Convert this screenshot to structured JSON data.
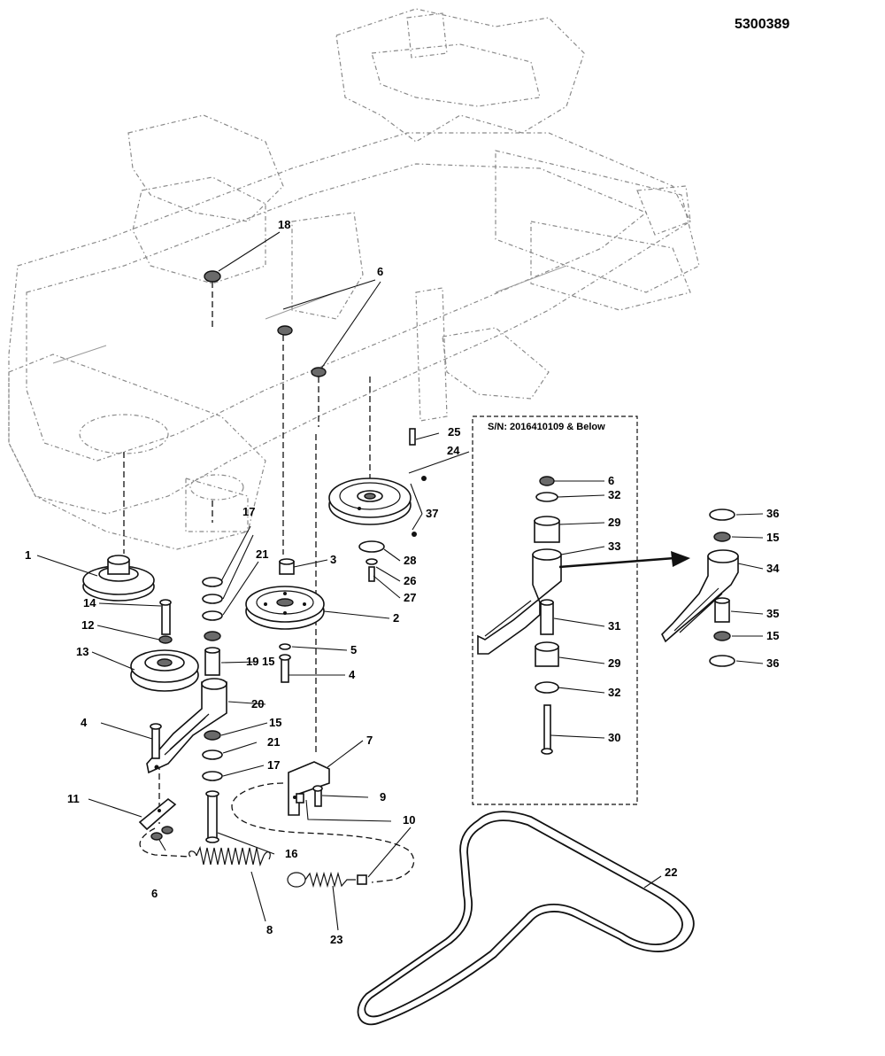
{
  "diagram": {
    "number": "5300389",
    "inset_caption": "S/N: 2016410109 & Below",
    "callouts": {
      "p1": "1",
      "p2": "2",
      "p3": "3",
      "p4a": "4",
      "p4b": "4",
      "p5": "5",
      "p6a": "6",
      "p6b": "6",
      "p6c": "6",
      "p7": "7",
      "p8": "8",
      "p9": "9",
      "p10": "10",
      "p11": "11",
      "p12": "12",
      "p13": "13",
      "p14": "14",
      "p15a": "15",
      "p15b": "15",
      "p15c": "15",
      "p15d": "15",
      "p16": "16",
      "p17a": "17",
      "p17b": "17",
      "p18": "18",
      "p19": "19",
      "p20": "20",
      "p21a": "21",
      "p21b": "21",
      "p22": "22",
      "p23": "23",
      "p24": "24",
      "p25": "25",
      "p26": "26",
      "p27": "27",
      "p28": "28",
      "p29a": "29",
      "p29b": "29",
      "p30": "30",
      "p31": "31",
      "p32a": "32",
      "p32b": "32",
      "p33": "33",
      "p34": "34",
      "p35": "35",
      "p36a": "36",
      "p36b": "36",
      "p37": "37"
    }
  }
}
